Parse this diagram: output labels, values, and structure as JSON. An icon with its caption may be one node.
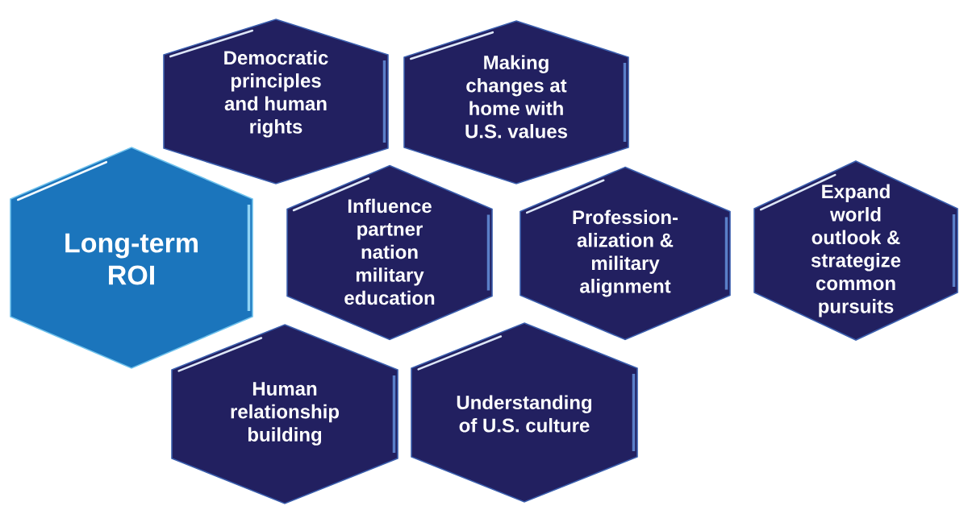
{
  "diagram": {
    "nodes": [
      {
        "text": [
          "Long-term ROI"
        ]
      },
      {
        "text": [
          "Democratic principles and human rights"
        ]
      },
      {
        "text": [
          "Making changes at home with U.S. values"
        ]
      },
      {
        "text": [
          "Influence partner nation military education"
        ]
      },
      {
        "text": [
          "Profession- alization & military alignment"
        ]
      },
      {
        "text": [
          "Expand world outlook & strategize common pursuits"
        ]
      },
      {
        "text": [
          "Human relationship building"
        ]
      },
      {
        "text": [
          "Understanding of U.S. culture"
        ]
      }
    ]
  }
}
